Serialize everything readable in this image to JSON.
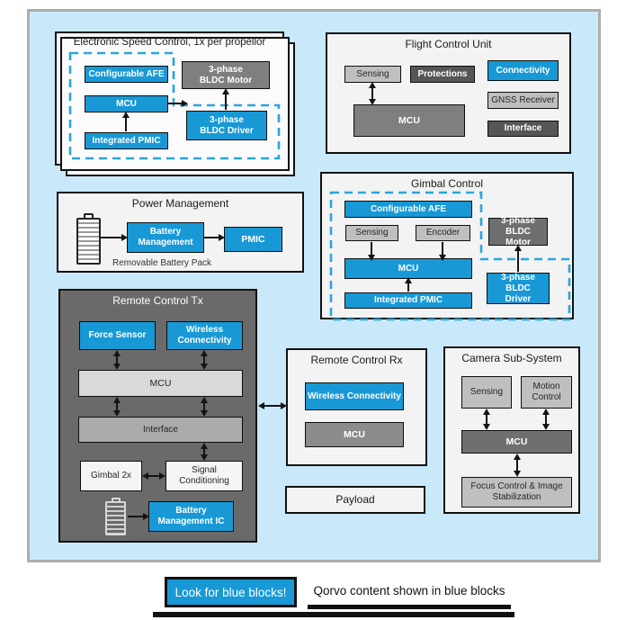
{
  "colors": {
    "qorvo_blue": "#1899d6",
    "dashed_blue": "#2aa5de",
    "panel_blue": "#c9e9fa",
    "dark_gray": "#565656",
    "light_gray": "#bfbfbf"
  },
  "esc": {
    "title": "Electronic Speed Control, 1x per propellor",
    "afe": "Configurable AFE",
    "mcu": "MCU",
    "pmic": "Integrated PMIC",
    "motor": "3-phase BLDC Motor",
    "driver": "3-phase BLDC Driver"
  },
  "fcu": {
    "title": "Flight Control Unit",
    "sensing": "Sensing",
    "protections": "Protections",
    "connectivity": "Connectivity",
    "mcu": "MCU",
    "gnss": "GNSS Receiver",
    "interface": "Interface"
  },
  "gimbal": {
    "title": "Gimbal Control",
    "afe": "Configurable AFE",
    "sensing": "Sensing",
    "encoder": "Encoder",
    "mcu": "MCU",
    "pmic": "Integrated PMIC",
    "motor": "3-phase BLDC Motor",
    "driver": "3-phase BLDC Driver"
  },
  "power": {
    "title": "Power Management",
    "battery_mgmt": "Battery Management",
    "pmic": "PMIC",
    "caption": "Removable Battery Pack"
  },
  "rctx": {
    "title": "Remote Control Tx",
    "force": "Force Sensor",
    "wireless": "Wireless Connectivity",
    "mcu": "MCU",
    "interface": "Interface",
    "gimbal2x": "Gimbal 2x",
    "signal": "Signal Conditioning",
    "bmic": "Battery Management IC"
  },
  "rcrx": {
    "title": "Remote Control Rx",
    "wireless": "Wireless Connectivity",
    "mcu": "MCU"
  },
  "camera": {
    "title": "Camera Sub-System",
    "sensing": "Sensing",
    "motion": "Motion Control",
    "mcu": "MCU",
    "focus": "Focus Control & Image Stabilization"
  },
  "payload": {
    "title": "Payload"
  },
  "legend": {
    "badge": "Look for blue blocks!",
    "caption": "Qorvo content shown in blue blocks"
  }
}
